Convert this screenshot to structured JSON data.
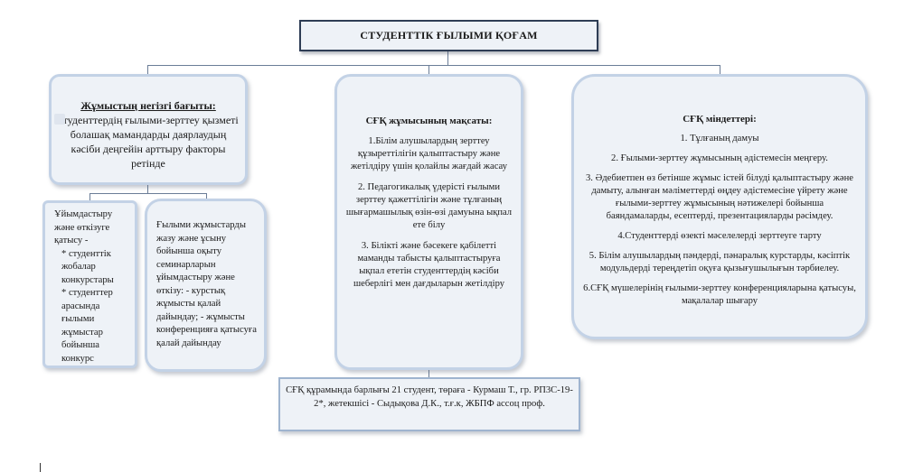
{
  "title": "СТУДЕНТТІК ҒЫЛЫМИ ҚОҒАМ",
  "left_box": {
    "heading": "Жұмыстың негізгі бағыты:",
    "text": "студенттердің ғылыми-зерттеу қызметі болашақ мамандарды даярлаудың кәсіби деңгейін арттыру факторы ретінде"
  },
  "sub_left": {
    "intro": "Ұйымдастыру және өткізуге қатысу -",
    "items": [
      "* студенттік жобалар конкурстары",
      "* студенттер арасында ғылыми жұмыстар бойынша конкурс"
    ]
  },
  "sub_right": {
    "text": "Ғылыми жұмыстарды жазу және ұсыну бойынша оқыту семинарларын ұйымдастыру және өткізу: - курстық жұмысты қалай дайындау; - жұмысты конференцияға қатысуға қалай дайындау"
  },
  "mid_box": {
    "heading": "СҒҚ жұмысының мақсаты:",
    "items": [
      "1.Білім алушылардың зерттеу құзыреттілігін қалыптастыру және жетілдіру үшін қолайлы жағдай жасау",
      "2. Педагогикалық үдерісті ғылыми зерттеу қажеттілігін және тұлғаның шығармашылық өзін-өзі дамуына ықпал ете білу",
      "3. Білікті және бәсекеге қабілетті маманды табысты қалыптастыруға ықпал ететін студенттердің кәсіби шеберлігі мен дағдыларын жетілдіру"
    ]
  },
  "right_box": {
    "heading": "СҒҚ міндеттері:",
    "items": [
      "1. Тұлғаның дамуы",
      "2. Ғылыми-зерттеу жұмысының әдістемесін меңгеру.",
      "3. Әдебиетпен өз бетінше жұмыс істей білуді қалыптастыру және дамыту, алынған мәліметтерді өңдеу әдістемесіне үйрету және ғылыми-зерттеу жұмысының нәтижелері бойынша баяндамаларды, есептерді, презентацияларды рәсімдеу.",
      "4.Студенттерді өзекті мәселелерді зерттеуге тарту",
      "5. Білім алушылардың пәндерді, пәнаралық курстарды, кәсіптік модульдерді тереңдетіп оқуға қызығушылығын тәрбиелеу.",
      "6.СҒҚ мүшелерінің ғылыми-зерттеу конференцияларына қатысуы, мақалалар шығару"
    ]
  },
  "bottom_box": {
    "text": "СҒҚ құрамында барлығы 21 студент,  төраға - Курмаш Т., гр. РП3С-19-2*, жетекшісі - Сыдықова Д.К., т.ғ.к, ЖБПФ ассоц проф."
  }
}
